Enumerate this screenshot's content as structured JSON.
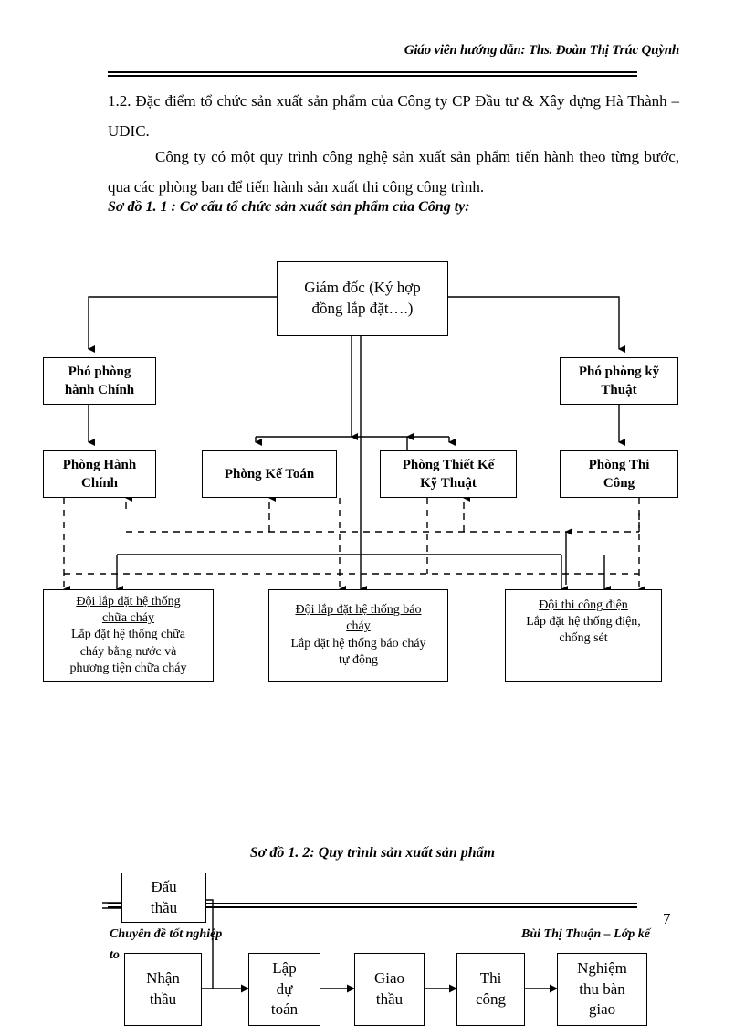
{
  "document": {
    "header": "Giáo viên hướng dẫn: Ths. Đoàn Thị Trúc Quỳnh",
    "page_number": "7",
    "footer_left": "Chuyên đề tốt nghiệp",
    "footer_left_cont": "to",
    "footer_right": "Bùi Thị Thuận  – Lớp kế"
  },
  "body": {
    "heading": "1.2. Đặc điểm tổ chức sản xuất sản phẩm của Công ty CP Đầu tư & Xây dựng Hà Thành – UDIC.",
    "paragraph": "Công ty có một quy trình công nghệ sản xuất sản phẩm tiến hành theo từng bước, qua các phòng ban để tiến hành sản xuất thi công công trình.",
    "caption_1": "Sơ đồ 1. 1 : Cơ cấu tổ chức sản xuất sản phẩm của Công ty:",
    "caption_2": "Sơ đồ 1. 2: Quy trình sản xuất sản phẩm"
  },
  "org_chart": {
    "director": {
      "line1": "Giám đốc (Ký hợp",
      "line2": "đồng lắp đặt….)"
    },
    "deputies": [
      {
        "line1": "Phó phòng",
        "line2": "hành Chính"
      },
      {
        "line1": "Phó phòng kỹ",
        "line2": "Thuật"
      }
    ],
    "departments": [
      {
        "line1": "Phòng Hành",
        "line2": "Chính"
      },
      {
        "line1": "Phòng Kế Toán",
        "line2": ""
      },
      {
        "line1": "Phòng Thiết Kế",
        "line2": "Kỹ Thuật"
      },
      {
        "line1": "Phòng Thi",
        "line2": "Công"
      }
    ],
    "teams": [
      {
        "title_line1": "Đội lắp đặt hệ thống",
        "title_line2": "chữa cháy",
        "desc": [
          "Lắp đặt hệ thống chữa",
          "cháy bằng nước và",
          "phương tiện chữa cháy"
        ]
      },
      {
        "title_line1": "Đội lắp đặt hệ thống báo",
        "title_line2": "cháy",
        "desc": [
          "Lắp đặt hệ thống báo cháy",
          "tự động"
        ]
      },
      {
        "title_line1": "Đội thi công điện",
        "title_line2": "",
        "desc": [
          "Lắp đặt hệ thống điện,",
          "chống sét"
        ]
      }
    ]
  },
  "process_flow": {
    "bid_box": {
      "line1": "Đấu",
      "line2": "thầu"
    },
    "steps": [
      {
        "lines": [
          "Nhận",
          "thầu"
        ]
      },
      {
        "lines": [
          "Lập",
          "dự",
          "toán"
        ]
      },
      {
        "lines": [
          "Giao",
          "thầu"
        ]
      },
      {
        "lines": [
          "Thi",
          "công"
        ]
      },
      {
        "lines": [
          "Nghiệm",
          "thu bàn",
          "giao"
        ]
      }
    ]
  },
  "colors": {
    "ink": "#000000",
    "paper": "#ffffff"
  }
}
